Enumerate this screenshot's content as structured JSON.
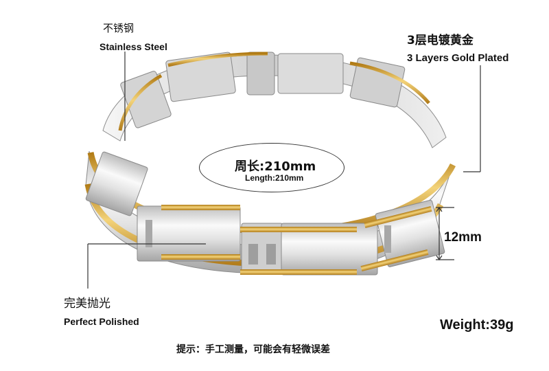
{
  "annotations": {
    "material_cn": "不锈钢",
    "material_en": "Stainless Steel",
    "plating_cn": "3层电镀黄金",
    "plating_en": "3 Layers Gold Plated",
    "length_cn": "周长:210mm",
    "length_en": "Length:210mm",
    "width": "12mm",
    "finish_cn": "完美抛光",
    "finish_en": "Perfect Polished",
    "weight": "Weight:39g",
    "note_cn": "提示：手工测量，可能会有轻微误差"
  },
  "colors": {
    "gold": "#d9a531",
    "silver_light": "#f2f2f2",
    "silver_dark": "#9a9a9a",
    "line": "#333333"
  }
}
